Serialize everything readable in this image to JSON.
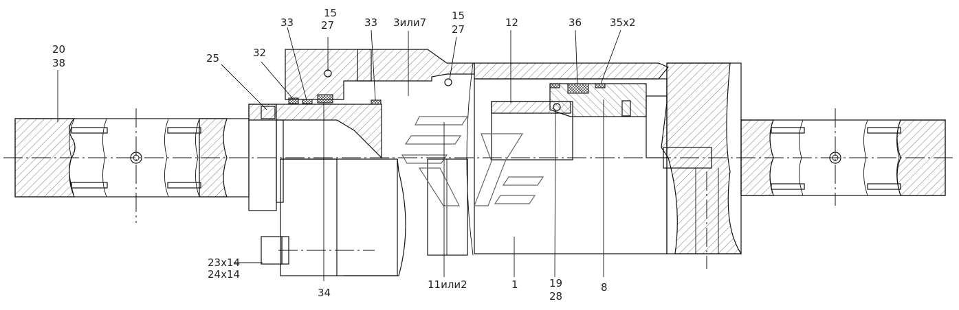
{
  "labels": {
    "l_20": "20",
    "l_38": "38",
    "l_25": "25",
    "l_32": "32",
    "l_33a": "33",
    "l_15a": "15",
    "l_27a": "27",
    "l_33b": "33",
    "l_3or7": "3или7",
    "l_15b": "15",
    "l_27b": "27",
    "l_12": "12",
    "l_36": "36",
    "l_35x2": "35x2",
    "l_23x14": "23x14",
    "l_24x14": "24x14",
    "l_34": "34",
    "l_11or2": "11или2",
    "l_1": "1",
    "l_19": "19",
    "l_28": "28",
    "l_8": "8"
  }
}
